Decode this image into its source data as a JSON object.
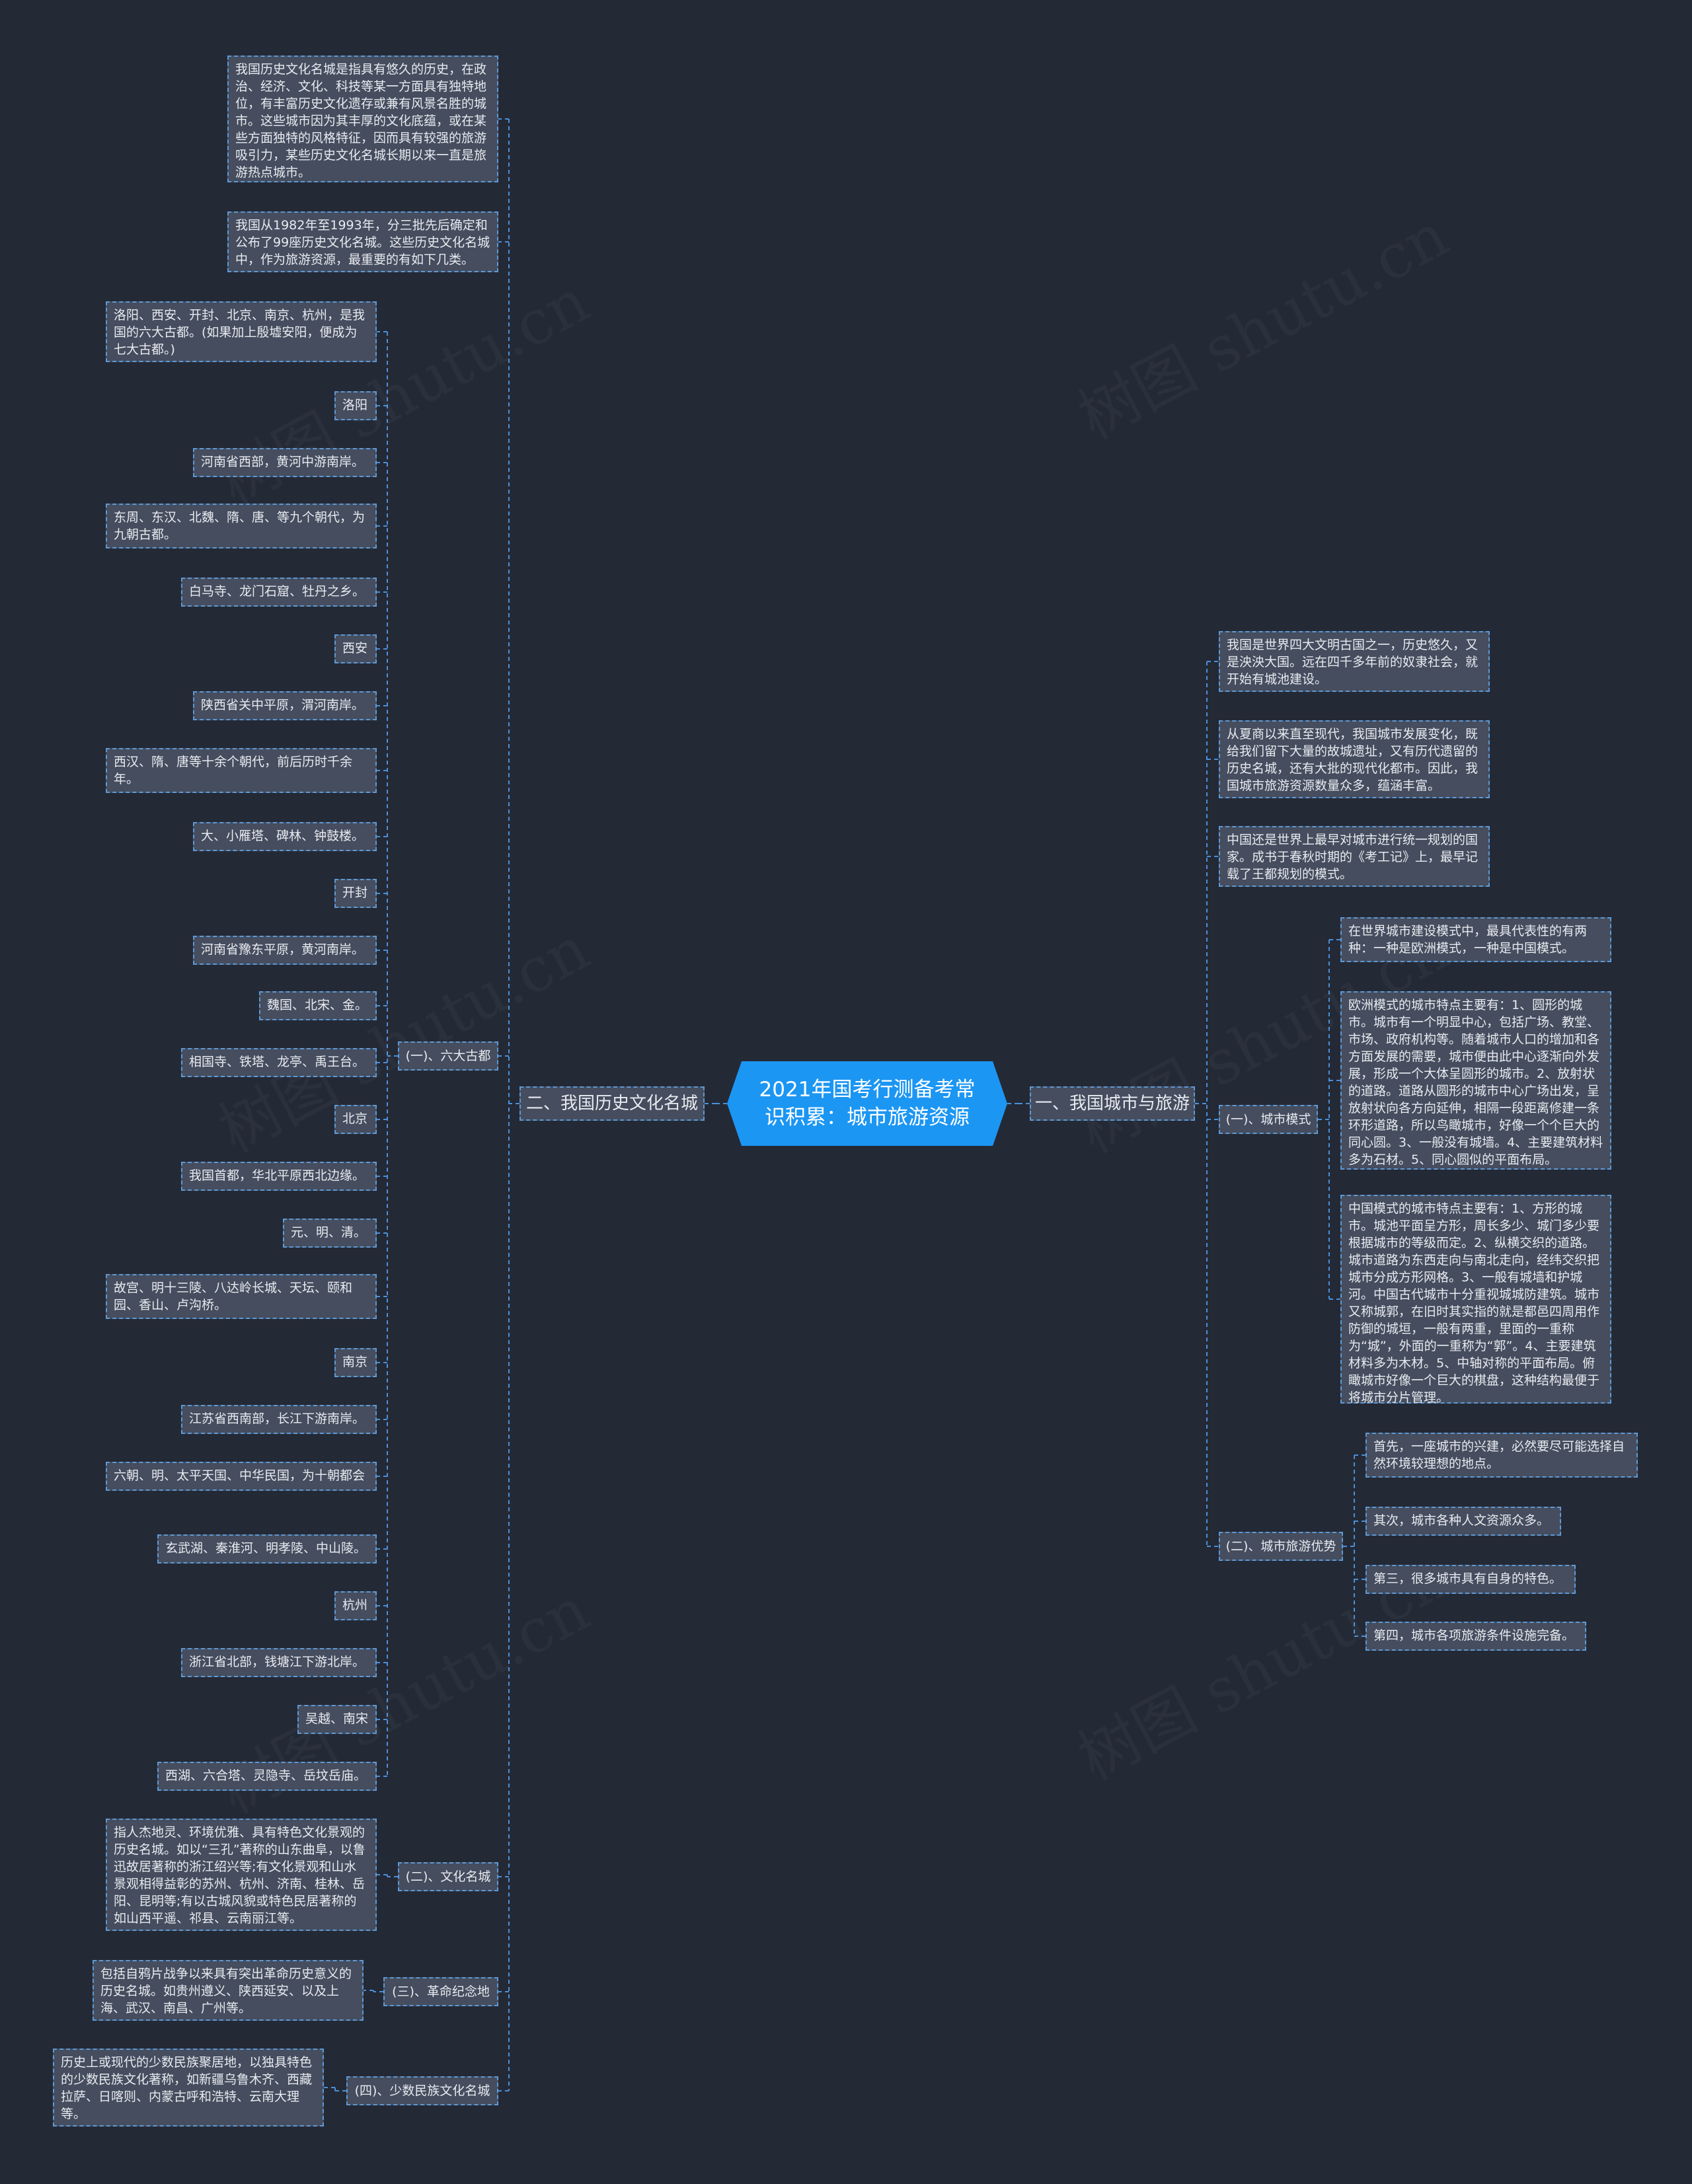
{
  "root": "2021年国考行测备考常识积累：城市旅游资源",
  "watermark": "树图 shutu.cn",
  "right": {
    "label": "一、我国城市与旅游",
    "intro": [
      "我国是世界四大文明古国之一，历史悠久，又是泱泱大国。远在四千多年前的奴隶社会，就开始有城池建设。",
      "从夏商以来直至现代，我国城市发展变化，既给我们留下大量的故城遗址，又有历代遗留的历史名城，还有大批的现代化都市。因此，我国城市旅游资源数量众多，蕴涵丰富。",
      "中国还是世界上最早对城市进行统一规划的国家。成书于春秋时期的《考工记》上，最早记载了王都规划的模式。"
    ],
    "model": {
      "label": "(一)、城市模式",
      "items": [
        "在世界城市建设模式中，最具代表性的有两种：一种是欧洲模式，一种是中国模式。",
        "欧洲模式的城市特点主要有：1、圆形的城市。城市有一个明显中心，包括广场、教堂、市场、政府机构等。随着城市人口的增加和各方面发展的需要，城市便由此中心逐渐向外发展，形成一个大体呈圆形的城市。2、放射状的道路。道路从圆形的城市中心广场出发，呈放射状向各方向延伸，相隔一段距离修建一条环形道路，所以鸟瞰城市，好像一个个巨大的同心圆。3、一般没有城墙。4、主要建筑材料多为石材。5、同心圆似的平面布局。",
        "中国模式的城市特点主要有：1、方形的城市。城池平面呈方形，周长多少、城门多少要根据城市的等级而定。2、纵横交织的道路。城市道路为东西走向与南北走向，经纬交织把城市分成方形网格。3、一般有城墙和护城河。中国古代城市十分重视城城防建筑。城市又称城郭，在旧时其实指的就是都邑四周用作防御的城垣，一般有两重，里面的一重称为“城”，外面的一重称为“郭”。4、主要建筑材料多为木材。5、中轴对称的平面布局。俯瞰城市好像一个巨大的棋盘，这种结构最便于将城市分片管理。"
      ]
    },
    "advantage": {
      "label": "(二)、城市旅游优势",
      "items": [
        "首先，一座城市的兴建，必然要尽可能选择自然环境较理想的地点。",
        "其次，城市各种人文资源众多。",
        "第三，很多城市具有自身的特色。",
        "第四，城市各项旅游条件设施完备。"
      ]
    }
  },
  "left": {
    "label": "二、我国历史文化名城",
    "intro": [
      "我国历史文化名城是指具有悠久的历史，在政治、经济、文化、科技等某一方面具有独特地位，有丰富历史文化遗存或兼有风景名胜的城市。这些城市因为其丰厚的文化底蕴，或在某些方面独特的风格特征，因而具有较强的旅游吸引力，某些历史文化名城长期以来一直是旅游热点城市。",
      "我国从1982年至1993年，分三批先后确定和公布了99座历史文化名城。这些历史文化名城中，作为旅游资源，最重要的有如下几类。"
    ],
    "capitals": {
      "label": "(一)、六大古都",
      "items": [
        "洛阳、西安、开封、北京、南京、杭州，是我国的六大古都。(如果加上殷墟安阳，便成为七大古都。)",
        "洛阳",
        "河南省西部，黄河中游南岸。",
        "东周、东汉、北魏、隋、唐、等九个朝代，为九朝古都。",
        "白马寺、龙门石窟、牡丹之乡。",
        "西安",
        "陕西省关中平原，渭河南岸。",
        "西汉、隋、唐等十余个朝代，前后历时千余年。",
        "大、小雁塔、碑林、钟鼓楼。",
        "开封",
        "河南省豫东平原，黄河南岸。",
        "魏国、北宋、金。",
        "相国寺、铁塔、龙亭、禹王台。",
        "北京",
        "我国首都，华北平原西北边缘。",
        "元、明、清。",
        "故宫、明十三陵、八达岭长城、天坛、颐和园、香山、卢沟桥。",
        "南京",
        "江苏省西南部，长江下游南岸。",
        "六朝、明、太平天国、中华民国，为十朝都会",
        "玄武湖、秦淮河、明孝陵、中山陵。",
        "杭州",
        "浙江省北部，钱塘江下游北岸。",
        "吴越、南宋",
        "西湖、六合塔、灵隐寺、岳坟岳庙。"
      ]
    },
    "culture": {
      "label": "(二)、文化名城",
      "text": "指人杰地灵、环境优雅、具有特色文化景观的历史名城。如以“三孔”著称的山东曲阜，以鲁迅故居著称的浙江绍兴等;有文化景观和山水景观相得益彰的苏州、杭州、济南、桂林、岳阳、昆明等;有以古城风貌或特色民居著称的如山西平遥、祁县、云南丽江等。"
    },
    "revolution": {
      "label": "(三)、革命纪念地",
      "text": "包括自鸦片战争以来具有突出革命历史意义的历史名城。如贵州遵义、陕西延安、以及上海、武汉、南昌、广州等。"
    },
    "minority": {
      "label": "(四)、少数民族文化名城",
      "text": "历史上或现代的少数民族聚居地，以独具特色的少数民族文化著称，如新疆乌鲁木齐、西藏拉萨、日喀则、内蒙古呼和浩特、云南大理等。"
    }
  }
}
